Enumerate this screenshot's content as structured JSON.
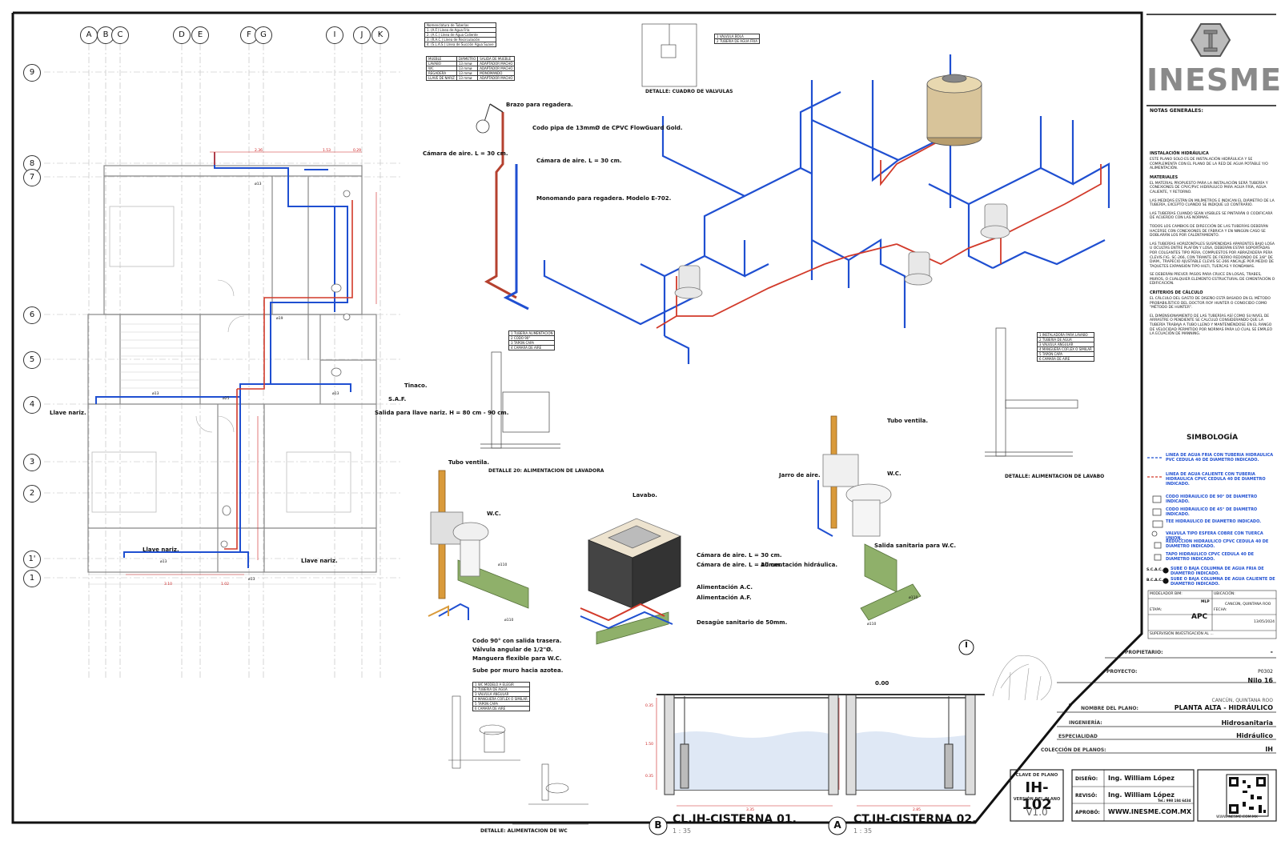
{
  "logo": {
    "name": "INESME"
  },
  "notes": {
    "title": "NOTAS GENERALES:",
    "sections": [
      {
        "heading": "INSTALACIÓN HIDRÁULICA",
        "text": "ESTE PLANO SOLO ES DE INSTALACIÓN HIDRÁULICA Y SE COMPLEMENTA CON EL PLANO DE LA RED DE AGUA POTABLE Y/O ALIMENTACIÓN."
      },
      {
        "heading": "MATERIALES",
        "text": "EL MATERIAL PROPUESTO PARA LA INSTALACIÓN SERÁ TUBERÍA Y CONEXIONES DE CPVC/PVC HIDRÁULICO PARA AGUA FRÍA, AGUA CALIENTE, Y RETORNO."
      },
      {
        "heading": "",
        "text": "LAS MEDIDAS ESTÁN EN MILÍMETROS E INDICAN EL DIÁMETRO DE LA TUBERÍA, EXCEPTO CUANDO SE INDIQUE LO CONTRARIO."
      },
      {
        "heading": "",
        "text": "LAS TUBERÍAS CUANDO SEAN VISIBLES SE PINTARÁN O CODIFICARÁ DE ACUERDO CON LAS NORMAS."
      },
      {
        "heading": "",
        "text": "TODOS LOS CAMBIOS DE DIRECCIÓN DE LAS TUBERÍAS DEBERÁN HACERSE CON CONEXIONES DE FÁBRICA Y EN NINGÚN CASO SE DOBLARÁN LOS POR CALENTAMIENTO."
      },
      {
        "heading": "",
        "text": "LAS TUBERÍAS HORIZONTALES SUSPENDIDAS APARENTES BAJO LOSA U OCULTAS ENTRE PLAFÓN Y LOSA, DEBERÁN ESTAR SOPORTADAS POR COLGANTES TIPO PERA, COMPUESTOS POR ABRAZADERA PERA CLEVIS FIG. SC-266, CON TIRANTE DE FIERRO REDONDO DE 3/8\" DE DIAM., TRAPECIO AJUSTABLE CLEVIS SC-266 ANCALJE POR MEDIO DE TAQUETES EXPANSIÓN TIPO HILTI, TUERCAS Y RONDANAS."
      },
      {
        "heading": "",
        "text": "SE DEBERÁN PREVER PASOS PARA CRUCE EN LOSAS, TRABES, MUROS, O CUALQUIER ELEMENTO ESTRUCTURAL DE CIMENTACIÓN O EDIFICACIÓN."
      },
      {
        "heading": "CRITERIOS DE CÁLCULO",
        "text": "EL CÁLCULO DEL GASTO DE DISEÑO ESTÁ BASADO EN EL MÉTODO PROBABILÍSTICO DEL DOCTOR ROY HUNTER O CONOCIDO COMO \"MÉTODO DE HUNTER\"."
      },
      {
        "heading": "",
        "text": "EL DIMENSIONAMIENTO DE LAS TUBERÍAS ASÍ COMO SU NIVEL DE ARRASTRE O PENDIENTE SE CALCULÓ CONSIDERANDO QUE LA TUBERÍA TRABAJA A TUBO LLENO Y MANTENIÉNDOSE EN EL RANGO DE VELOCIDAD PERMITIDO POR NORMAS PARA LO CUAL SE EMPLEÓ LA ECUACIÓN DE MANNING."
      }
    ]
  },
  "symbology": {
    "title": "SIMBOLOGÍA",
    "items": [
      "LINEA DE AGUA FRIA CON TUBERIA HIDRAULICA PVC CEDULA 40 DE DIAMETRO INDICADO.",
      "LINEA DE AGUA CALIENTE CON TUBERIA HIDRAULICA CPVC CEDULA 40 DE DIAMETRO INDICADO.",
      "CODO HIDRAULICO DE 90° DE DIAMETRO INDICADO.",
      "CODO HIDRAULICO DE 45° DE DIAMETRO INDICADO.",
      "TEE HIDRAULICO DE DIAMETRO INDICADO.",
      "VALVULA TIPO ESFERA COBRE CON TUERCA UNION.",
      "REDUCCION HIDRAULICO CPVC CEDULA 40 DE DIAMETRO INDICADO.",
      "TAPO HIDRAULICO CPVC CEDULA 40 DE DIAMETRO INDICADO.",
      "SUBE O BAJA COLUMNA DE AGUA FRIA DE DIAMETRO INDICADO.",
      "SUBE O BAJA COLUMNA DE AGUA CALIENTE DE DIAMETRO INDICADO."
    ],
    "codes": [
      "S.C.A.C.",
      "B.C.A.C."
    ],
    "colors": {
      "cold": "#1f4fd1",
      "hot": "#d23a2a"
    }
  },
  "info_box": {
    "modelador_label": "MODELADOR BIM:",
    "modelador_value": "MLP",
    "ubicacion_label": "UBICACIÓN:",
    "ubicacion_value": "CANCÚN, QUINTANA ROO",
    "etapa_label": "ETAPA:",
    "etapa_value": "APC",
    "fecha_label": "FECHA:",
    "fecha_value": "13/05/2024",
    "footer": "SUPERVISIÓN INVESTIGACIÓN AL ..."
  },
  "title_block": {
    "propietario_label": "PROPIETARIO:",
    "propietario_value": "-",
    "proyecto_label": "PROYECTO:",
    "proyecto_code": "P0302",
    "proyecto_value": "Nilo 16",
    "location": "CANCÚN, QUINTANA ROO",
    "nombre_label": "NOMBRE DEL PLANO:",
    "nombre_value": "PLANTA ALTA - HIDRÁULICO",
    "ingenieria_label": "INGENIERÍA:",
    "ingenieria_value": "Hidrosanitaria",
    "especialidad_label": "ESPECIALIDAD",
    "especialidad_value": "Hidráulico",
    "coleccion_label": "COLECCIÓN DE PLANOS:",
    "coleccion_value": "IH",
    "clave_label": "CLAVE DE PLANO",
    "clave_value": "IH-102",
    "version_label": "VERSIÓN DEL PLANO",
    "version_value": "V1.0",
    "diseno_label": "DISEÑO:",
    "diseno_value": "Ing. William López",
    "reviso_label": "REVISÓ:",
    "reviso_value": "Ing. William López",
    "reviso_tel": "Tel.: 998 184 6434",
    "aprobo_label": "APROBÓ:",
    "aprobo_value": "WWW.INESME.COM.MX",
    "qr_caption": "WWW.INESME.COM.MX"
  },
  "grid": {
    "columns": [
      "A",
      "B",
      "C",
      "D",
      "E",
      "F",
      "G",
      "I",
      "J",
      "K"
    ],
    "rows": [
      "9",
      "8",
      "7",
      "6",
      "5",
      "4",
      "3",
      "2",
      "1'",
      "1"
    ]
  },
  "plan": {
    "labels": [
      "Llave nariz.",
      "Llave nariz.",
      "Llave nariz.",
      "Tinaco.",
      "S.A.F.",
      "Salida para llave nariz. H = 80 cm - 90 cm."
    ],
    "diameters": [
      "ø13",
      "ø19",
      "ø25"
    ],
    "dims": [
      "2.36",
      "1.53",
      "0.29",
      "3.10",
      "1.02"
    ]
  },
  "pipe_table": {
    "title": "Nomenclatura de Tuberías",
    "rows": [
      "1. (A.F.) Línea de Agua Fría",
      "2. (A.C.) Línea de Agua Caliente",
      "3. (R.A.C.) Línea de Recirculación",
      "4. (S.L.A.S.) Línea de Succión Agua Suave"
    ],
    "header": [
      "MUEBLE",
      "DIÁMETRO",
      "SALIDA DE MUEBLE"
    ],
    "data": [
      [
        "LAVABO",
        "13 mmø",
        "ADAPTADOR MACHO"
      ],
      [
        "WC",
        "13 mmø",
        "ADAPTADOR MACHO"
      ],
      [
        "REGADERA",
        "13 mmø",
        "MONOMANDO"
      ],
      [
        "LLAVE DE NARIZ",
        "13 mmø",
        "ADAPTADOR MACHO"
      ]
    ]
  },
  "details": {
    "valves_title": "DETALLE: CUADRO DE VALVULAS",
    "valves_legend": [
      "1  VALVULA BOLA",
      "2  TUBERIA DE AGUA FRIA"
    ],
    "shower": [
      "Brazo para regadera.",
      "Codo pipa de 13mmØ de CPVC FlowGuard Gold.",
      "Cámara de aire. L = 30 cm.",
      "Cámara de aire. L = 30 cm.",
      "Monomando para regadera. Modelo E-702."
    ],
    "washer_title": "DETALLE 20: ALIMENTACION DE LAVADORA",
    "washer_legend": [
      "1  TUBERIA ALIMENTACION",
      "2  CODO 90°",
      "3  TAPON CAPA",
      "4  CAMARA DE AIRE"
    ],
    "lavabo_title": "DETALLE: ALIMENTACION DE LAVABO",
    "lavabo_legend": [
      "1  INSTALADORA PARA LAVABO",
      "2  TUBERIA DE AGUA",
      "3  VALVULA ANGULAR",
      "4  MANGUERA COFLEX O SIMILAR",
      "5  TAPON CAPA",
      "6  CAMARA DE AIRE"
    ],
    "wc_left": [
      "Tubo ventila.",
      "W.C.",
      "ø110",
      "ø110",
      "Codo 90° con salida trasera.",
      "Válvula angular de 1/2\"Ø.",
      "Manguera flexible para W.C.",
      "Sube por muro hacia azotea."
    ],
    "sink": [
      "Lavabo.",
      "Cámara de aire. L = 30 cm.",
      "Cámara de aire. L = 30 cm.",
      "Alimentación A.C.",
      "Alimentación A.F.",
      "Desagüe sanitario de 50mm."
    ],
    "wc_right": [
      "Tubo ventila.",
      "W.C.",
      "Jarro de aire.",
      "Alimentación hidráulica.",
      "Salida sanitaria para W.C.",
      "ø110",
      "ø110"
    ],
    "wc_title": "DETALLE: ALIMENTACION DE WC",
    "wc_legend": [
      "1  WC MODELO A ELEGIR",
      "2  TUBERIA DE AGUA",
      "3  VALVULA ANGULAR",
      "4  MANGUERA COFLEX O SIMILAR",
      "5  TAPON CAPA",
      "6  CAMARA DE AIRE"
    ],
    "cist1_title": "CL.IH-CISTERNA 01.",
    "cist1_scale": "1 : 35",
    "cist1_mark": "B",
    "cist2_title": "CT.IH-CISTERNA 02.",
    "cist2_scale": "1 : 35",
    "cist2_mark": "A",
    "cist_level": "0.00",
    "cist_dims": [
      "0.35",
      "1.50",
      "0.35",
      "3.35",
      "2.85"
    ],
    "north_mark": "I"
  }
}
